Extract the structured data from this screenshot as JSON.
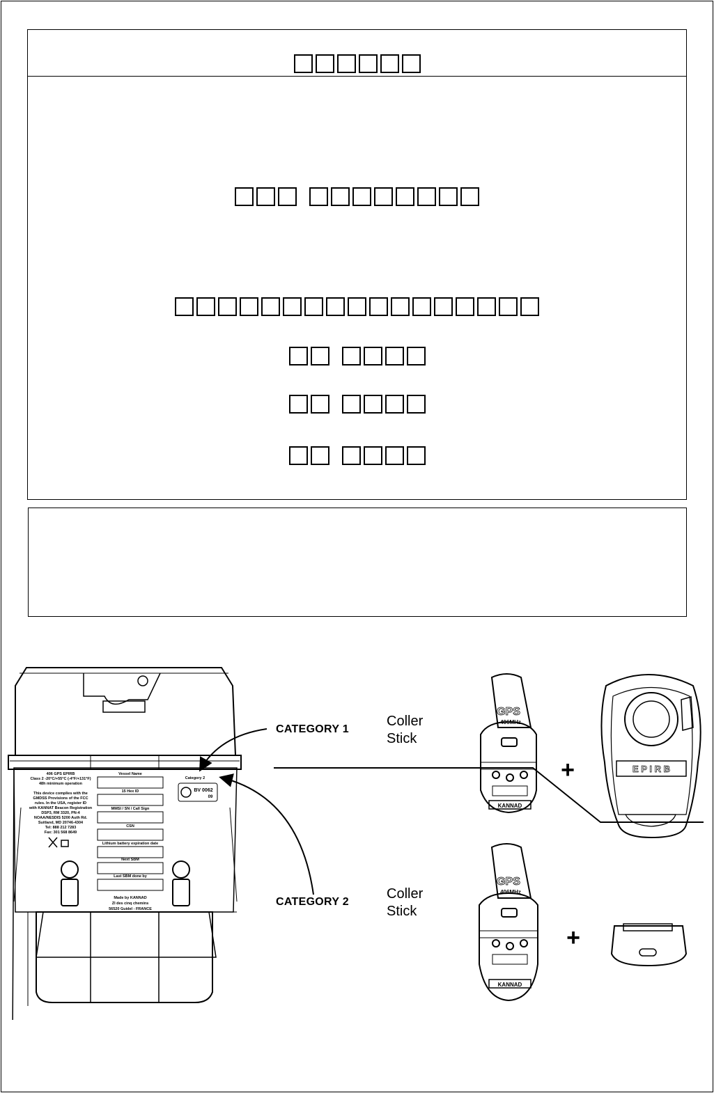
{
  "document": {
    "title_glyph_count": 6,
    "heading_glyph_groups": [
      3,
      8
    ],
    "line1_glyph_count": 17,
    "version_lines": [
      [
        2,
        4
      ],
      [
        2,
        4
      ],
      [
        2,
        4
      ]
    ]
  },
  "diagram": {
    "category1_label": "CATEGORY 1",
    "category2_label": "CATEGORY 2",
    "coller_stick_line1": "Coller",
    "coller_stick_line2": "Stick",
    "plus_symbol": "+",
    "epirb_text": "E P I R B",
    "beacon_brand": "KANNAD",
    "beacon_freq": "406MHz",
    "beacon_gps": "GPS",
    "label_panel": {
      "left_text": [
        "406 GPS EPIRB",
        "Class 2 -20°C/+55°C (-4°F/+131°F)",
        "48h minimum operation",
        "",
        "This device complies with the",
        "GMDSS Provisions of the FCC",
        "rules. In the USA, register ID",
        "with KANNAT Beacon Registration",
        "DSP3, RM 3320, PN-4",
        "NOAA/NESDIS 5200 Auth Rd.",
        "Suitland, MD 20746-4304",
        "Tel: 888 212 7283",
        "Fax: 301 568 8649"
      ],
      "fields": [
        "Vessel Name",
        "15 Hex ID",
        "MMSI / SN / Call Sign",
        "CSN",
        "Lithium battery expiration date",
        "Next SBM",
        "Last SBM done by"
      ],
      "made_by": [
        "Made by KANNAD",
        "ZI des cinq chemins",
        "56520 Guidel - FRANCE"
      ],
      "category_tag": "Category 2",
      "approval": "BV 0062",
      "approval_sub": "09"
    }
  }
}
